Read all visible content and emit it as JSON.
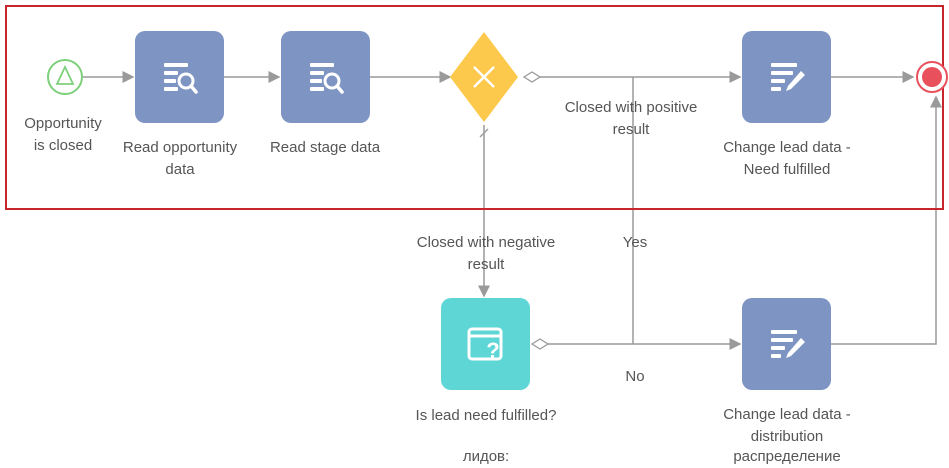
{
  "diagram": {
    "start_event": {
      "label_line1": "Opportunity",
      "label_line2": "is closed",
      "icon": "triangle-start-icon"
    },
    "read_opportunity": {
      "label_line1": "Read opportunity",
      "label_line2": "data",
      "icon": "read-data-icon"
    },
    "read_stage": {
      "label": "Read stage data",
      "icon": "read-data-icon"
    },
    "gateway": {
      "icon": "exclusive-gateway-x-icon"
    },
    "branch_positive": {
      "line1": "Closed with positive",
      "line2": "result"
    },
    "branch_negative": {
      "line1": "Closed with negative",
      "line2": "result"
    },
    "change_fulfilled": {
      "label_line1": "Change lead data -",
      "label_line2": "Need fulfilled",
      "icon": "edit-data-icon"
    },
    "end_event": {
      "icon": "end-event-icon"
    },
    "question": {
      "label": "Is lead need fulfilled?",
      "overflow_text": "лидов:",
      "icon": "question-window-icon"
    },
    "yes_label": "Yes",
    "no_label": "No",
    "change_distribution": {
      "label_line1": "Change lead data -",
      "label_line2": "distribution",
      "overflow_text": "распределение",
      "icon": "edit-data-icon"
    }
  },
  "colors": {
    "task_blue": "#7e95c4",
    "question_cyan": "#5fd6d6",
    "gateway_orange": "#fdc94d",
    "start_green": "#7ed07c",
    "end_red": "#e8505b",
    "highlight_red": "#c9262b",
    "connector_gray": "#9a9a9a"
  }
}
